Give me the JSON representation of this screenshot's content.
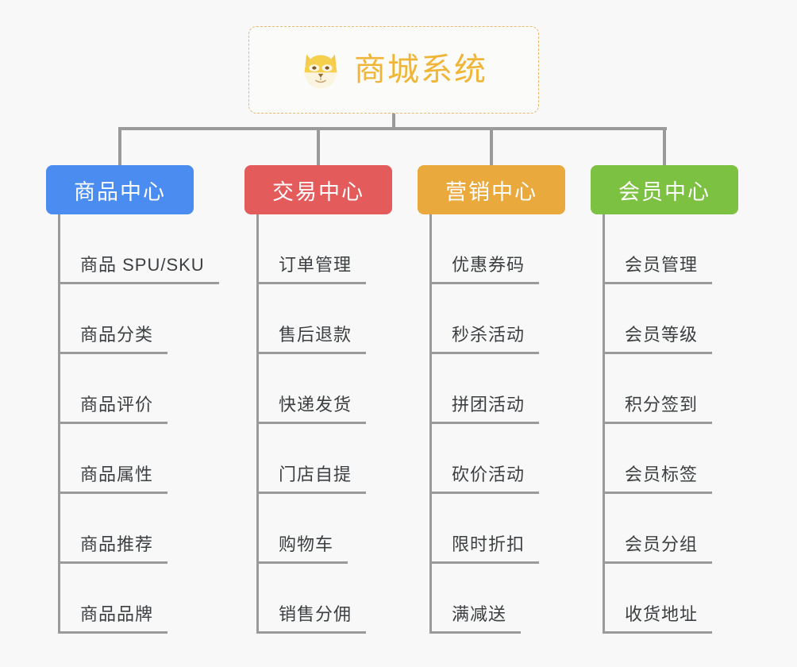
{
  "background_color": "#f8f8f8",
  "root": {
    "title": "商城系统",
    "icon": "dog-face-icon",
    "border_color": "#e8b96a",
    "text_color": "#f0b537"
  },
  "connector_color": "#9a9a9a",
  "columns": [
    {
      "label": "商品中心",
      "color": "#4a8cf0",
      "items": [
        "商品 SPU/SKU",
        "商品分类",
        "商品评价",
        "商品属性",
        "商品推荐",
        "商品品牌"
      ]
    },
    {
      "label": "交易中心",
      "color": "#e35b5b",
      "items": [
        "订单管理",
        "售后退款",
        "快递发货",
        "门店自提",
        "购物车",
        "销售分佣"
      ]
    },
    {
      "label": "营销中心",
      "color": "#e9a93d",
      "items": [
        "优惠券码",
        "秒杀活动",
        "拼团活动",
        "砍价活动",
        "限时折扣",
        "满减送"
      ]
    },
    {
      "label": "会员中心",
      "color": "#7cc142",
      "items": [
        "会员管理",
        "会员等级",
        "积分签到",
        "会员标签",
        "会员分组",
        "收货地址"
      ]
    }
  ]
}
